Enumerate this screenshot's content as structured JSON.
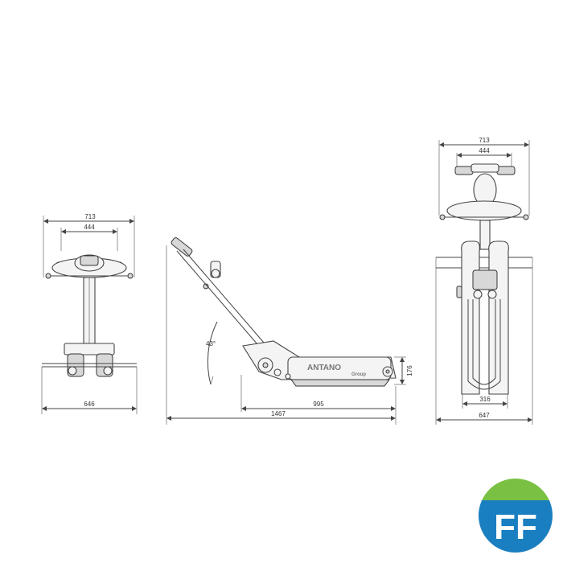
{
  "front_view": {
    "overall_width": "713",
    "handle_width": "444",
    "base_width": "646"
  },
  "side_view": {
    "angle": "43°",
    "track_height": "176",
    "track_length": "995",
    "total_length": "1467",
    "brand_name": "ANTANO",
    "brand_group": "Group"
  },
  "rear_view": {
    "overall_width": "713",
    "handle_width": "444",
    "track_gauge": "316",
    "base_width": "647"
  },
  "logo": {
    "letters": "FF",
    "colors": {
      "top": "#7ac143",
      "bottom": "#1a7fc1"
    }
  }
}
